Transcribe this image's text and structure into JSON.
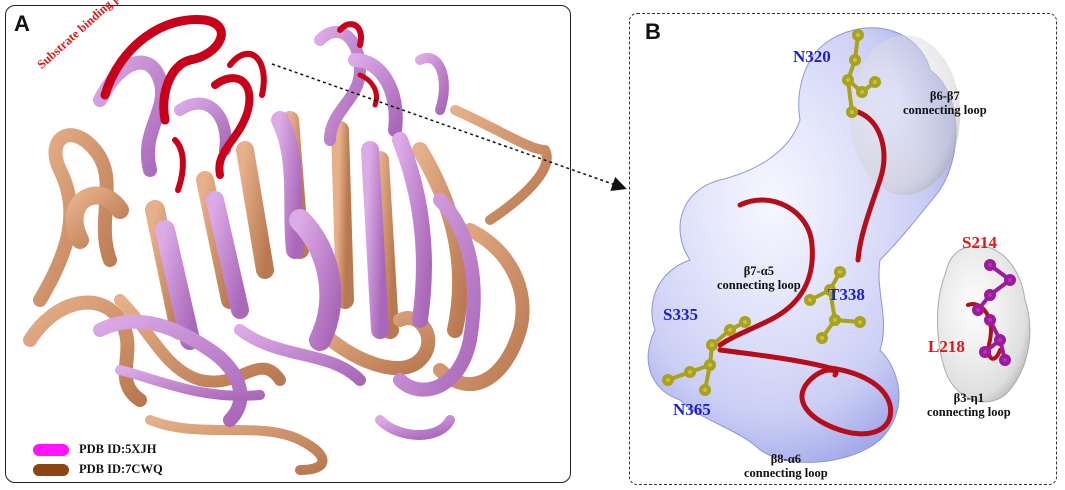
{
  "colors": {
    "pdb_5xjh": "#ff14ff",
    "pdb_7cwq": "#8b4513",
    "ribbon_orchid": "#c98fd6",
    "ribbon_tan": "#d79b72",
    "plateau_red": "#c8001a",
    "surface_blue": "#8c95e6",
    "surface_grey": "#cfcfcf",
    "stick_yellow": "#b8b42a",
    "stick_magenta": "#b01ab0",
    "label_blue": "#1f1fd0",
    "label_red": "#e01818"
  },
  "panel_a": {
    "letter": "A",
    "annotation": "Substrate binding plateau",
    "legend": [
      {
        "label": "PDB ID:5XJH",
        "color": "#ff14ff"
      },
      {
        "label": "PDB ID:7CWQ",
        "color": "#8b4513"
      }
    ]
  },
  "panel_b": {
    "letter": "B",
    "residues": {
      "n320": "N320",
      "t338": "T338",
      "s335": "S335",
      "n365": "N365",
      "s214": "S214",
      "l218": "L218"
    },
    "loops": {
      "b6_b7": {
        "line1": "β6-β7",
        "line2": "connecting loop"
      },
      "b7_a5": {
        "line1": "β7-α5",
        "line2": "connecting loop"
      },
      "b8_a6": {
        "line1": "β8-α6",
        "line2": "connecting loop"
      },
      "b3_n1": {
        "line1": "β3-η1",
        "line2": "connecting loop"
      }
    }
  }
}
